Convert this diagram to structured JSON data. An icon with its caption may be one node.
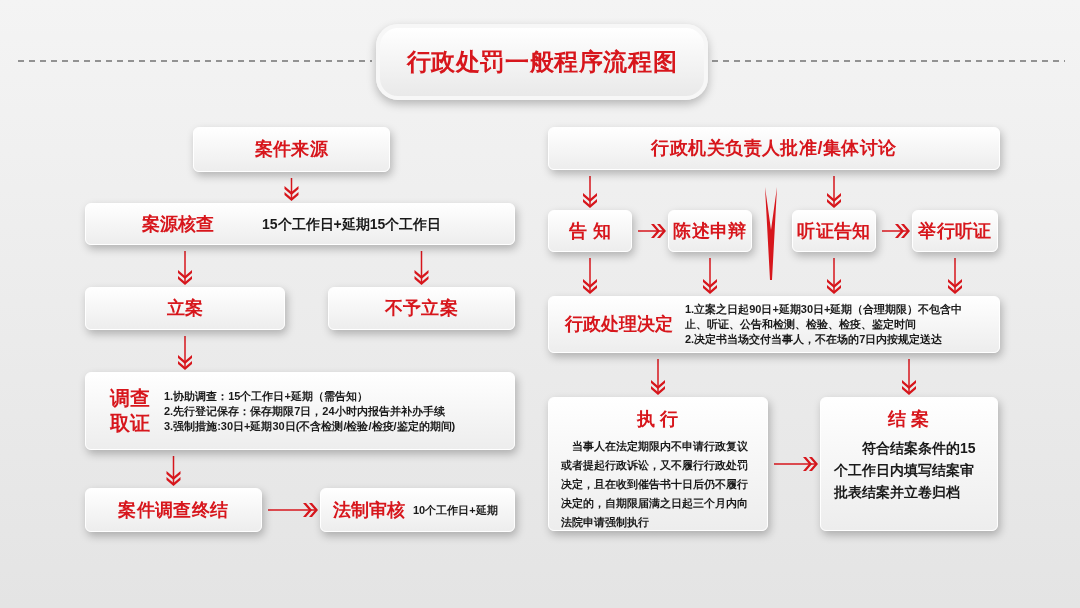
{
  "diagram": {
    "title": "行政处罚一般程序流程图",
    "nodes": [
      {
        "text": [
          "案件来源"
        ]
      },
      {
        "text": [
          "案源核查",
          "15个工作日+延期15个工作日"
        ]
      },
      {
        "text": [
          "立案"
        ]
      },
      {
        "text": [
          "不予立案"
        ]
      },
      {
        "text": [
          "调查取证",
          "1.协助调查：15个工作日+延期（需告知）",
          "2.先行登记保存：保存期限7日，24小时内报告并补办手续",
          "3.强制措施:30日+延期30日(不含检测/检验/检疫/鉴定的期间)"
        ]
      },
      {
        "text": [
          "案件调查终结"
        ]
      },
      {
        "text": [
          "法制审核",
          "10个工作日+延期"
        ]
      },
      {
        "text": [
          "行政机关负责人批准/集体讨论"
        ]
      },
      {
        "text": [
          "告 知"
        ]
      },
      {
        "text": [
          "陈述申辩"
        ]
      },
      {
        "text": [
          "听证告知"
        ]
      },
      {
        "text": [
          "举行听证"
        ]
      },
      {
        "text": [
          "行政处理决定",
          "1.立案之日起90日+延期30日+延期（合理期限）不包含中止、听证、公告和检测、检验、检疫、鉴定时间",
          "2.决定书当场交付当事人，不在场的7日内按规定送达"
        ]
      },
      {
        "text": [
          "执 行",
          "当事人在法定期限内不申请行政复议或者提起行政诉讼，又不履行行政处罚决定，且在收到催告书十日后仍不履行决定的，自期限届满之日起三个月内向法院申请强制执行"
        ]
      },
      {
        "text": [
          "结 案",
          "符合结案条件的15个工作日内填写结案审批表结案并立卷归档"
        ]
      }
    ],
    "edges": [
      {
        "from": 0,
        "to": 1,
        "arrow": "to"
      },
      {
        "from": 1,
        "to": 2,
        "arrow": "to"
      },
      {
        "from": 1,
        "to": 3,
        "arrow": "to"
      },
      {
        "from": 2,
        "to": 4,
        "arrow": "to"
      },
      {
        "from": 4,
        "to": 5,
        "arrow": "to"
      },
      {
        "from": 5,
        "to": 6,
        "arrow": "to"
      },
      {
        "from": 7,
        "to": 8,
        "arrow": "to"
      },
      {
        "from": 7,
        "to": 10,
        "arrow": "to"
      },
      {
        "from": 8,
        "to": 9,
        "arrow": "to"
      },
      {
        "from": 10,
        "to": 11,
        "arrow": "to"
      },
      {
        "from": 8,
        "to": 12,
        "arrow": "to"
      },
      {
        "from": 9,
        "to": 12,
        "arrow": "to"
      },
      {
        "from": 10,
        "to": 12,
        "arrow": "to"
      },
      {
        "from": 11,
        "to": 12,
        "arrow": "to"
      },
      {
        "from": 12,
        "to": 13,
        "arrow": "to"
      },
      {
        "from": 12,
        "to": 14,
        "arrow": "to"
      },
      {
        "from": 13,
        "to": 14,
        "arrow": "to"
      }
    ]
  }
}
